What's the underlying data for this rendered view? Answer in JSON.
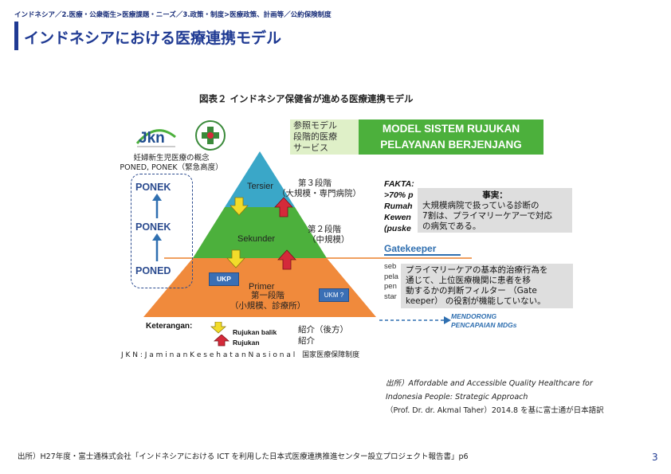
{
  "header": {
    "breadcrumb": "インドネシア／2.医療・公衆衛生>医療課題・ニーズ／3.政策・制度>医療政策、計画等／公約保険制度",
    "title": "インドネシアにおける医療連携モデル"
  },
  "figure": {
    "caption": "図表２ インドネシア保健省が進める医療連携モデル",
    "banner_jp": [
      "参照モデル",
      "段階的医療",
      "サービス"
    ],
    "banner_en": [
      "MODEL SISTEM RUJUKAN",
      "PELAYANAN BERJENJANG"
    ],
    "logo_text": "Jkn",
    "poned_concept": [
      "妊婦新生児医療の概念",
      "PONED, PONEK（緊急高度）"
    ],
    "levels": [
      "PONEK",
      "PONEK",
      "PONED"
    ],
    "tiers": {
      "tersier": "Tersier",
      "tersier_jp": [
        "第３段階",
        "（大規模・専門病院）"
      ],
      "sekunder": "Sekunder",
      "sekunder_jp": [
        "第２段階",
        "（中規模）"
      ],
      "primer": "Primer",
      "primer_jp": [
        "第一段階",
        "（小規模、診療所）"
      ]
    },
    "ukp": "UKP",
    "ukm": "UKM ?",
    "fakta_lines": [
      "FAKTA:",
      ">70% p",
      "Rumah",
      "Kewen",
      "(puske"
    ],
    "fact_box": {
      "title": "事実：",
      "lines": [
        "大規模病院で扱っている診断の",
        "7割は、プライマリーケアーで対応",
        "の病気である。"
      ]
    },
    "gatekeeper": "Gatekeeper",
    "seb_lines": [
      "seb",
      "pela",
      "pen",
      "star"
    ],
    "pc_box_lines": [
      "プライマリーケアの基本的治療行為を",
      "通じて、上位医療機関に患者を移",
      "動するかの判断フィルター （Gate",
      "keeper） の役割が機能していない。"
    ],
    "mdg": [
      "MENDORONG",
      "PENCAPAIAN MDGs"
    ],
    "legend": {
      "title": "Keterangan:",
      "back": "Rujukan balik",
      "back_jp": "紹介（後方）",
      "up": "Rujukan",
      "up_jp": "紹介"
    },
    "jkn_footer_en": "J K N :   J a m i n a n   K e s e h a t a n   N a s i o n a l",
    "jkn_footer_jp": "国家医療保障制度"
  },
  "image_source": {
    "lines": [
      "出所）Affordable and Accessible Quality Healthcare for",
      "Indonesia People: Strategic Approach",
      "（Prof. Dr. dr. Akmal Taher）2014.8 を基に富士通が日本語訳"
    ]
  },
  "footer": {
    "source": "出所）H27年度・富士通株式会社「インドネシアにおける ICT を利用した日本式医療連携推進センター設立プロジェクト報告書」p6",
    "page_number": "3"
  },
  "colors": {
    "title_blue": "#1f3a93",
    "tersier": "#3aa7c8",
    "sekunder": "#4cb03c",
    "primer": "#f08a3c",
    "banner_green": "#4cb03c",
    "up_arrow": "#d42a3a",
    "down_arrow": "#f2dc2a"
  }
}
